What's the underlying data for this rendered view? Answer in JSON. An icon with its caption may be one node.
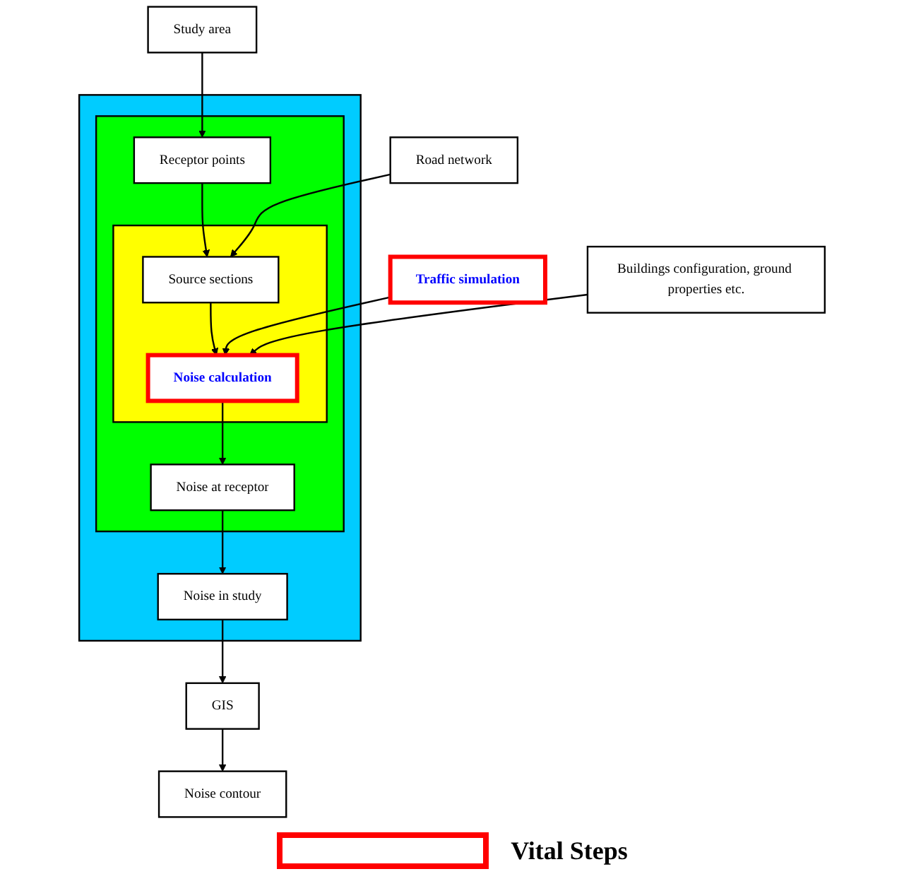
{
  "diagram": {
    "nodes": [
      {
        "text": [
          "Study area"
        ]
      },
      {
        "text": [],
        "shape": "box"
      },
      {
        "text": [],
        "shape": "box",
        "in": 1
      },
      {
        "text": [
          "Receptor points"
        ],
        "in": 2
      },
      {
        "text": [
          "Road network"
        ]
      },
      {
        "text": [],
        "shape": "box",
        "in": 2
      },
      {
        "text": [
          "Source sections"
        ],
        "in": 5
      },
      {
        "text": [
          "Traffic simulation"
        ]
      },
      {
        "text": [
          "Noise calculation"
        ],
        "in": 5
      },
      {
        "text": [
          "Buildings configuration, ground properties etc."
        ]
      },
      {
        "text": [
          "Noise at receptor"
        ],
        "in": 2
      },
      {
        "text": [
          "Noise in study"
        ],
        "in": 1
      },
      {
        "text": [
          "Noise contour"
        ]
      },
      {
        "text": [
          "GIS"
        ]
      }
    ],
    "edges": [
      {
        "from": 0,
        "to": 3,
        "arrow": "to"
      },
      {
        "from": 3,
        "to": 6,
        "arrow": "to"
      },
      {
        "from": 4,
        "to": 6,
        "arrow": "to"
      },
      {
        "from": 6,
        "to": 8,
        "arrow": "to"
      },
      {
        "from": 7,
        "to": 8,
        "arrow": "to"
      },
      {
        "from": 9,
        "to": 8,
        "arrow": "to"
      },
      {
        "from": 8,
        "to": 10,
        "arrow": "to"
      },
      {
        "from": 10,
        "to": 11,
        "arrow": "to"
      },
      {
        "from": 11,
        "to": 13,
        "arrow": "to"
      },
      {
        "from": 13,
        "to": 12,
        "arrow": "to"
      }
    ],
    "legend": [
      {
        "text": "Vital Steps"
      }
    ]
  }
}
